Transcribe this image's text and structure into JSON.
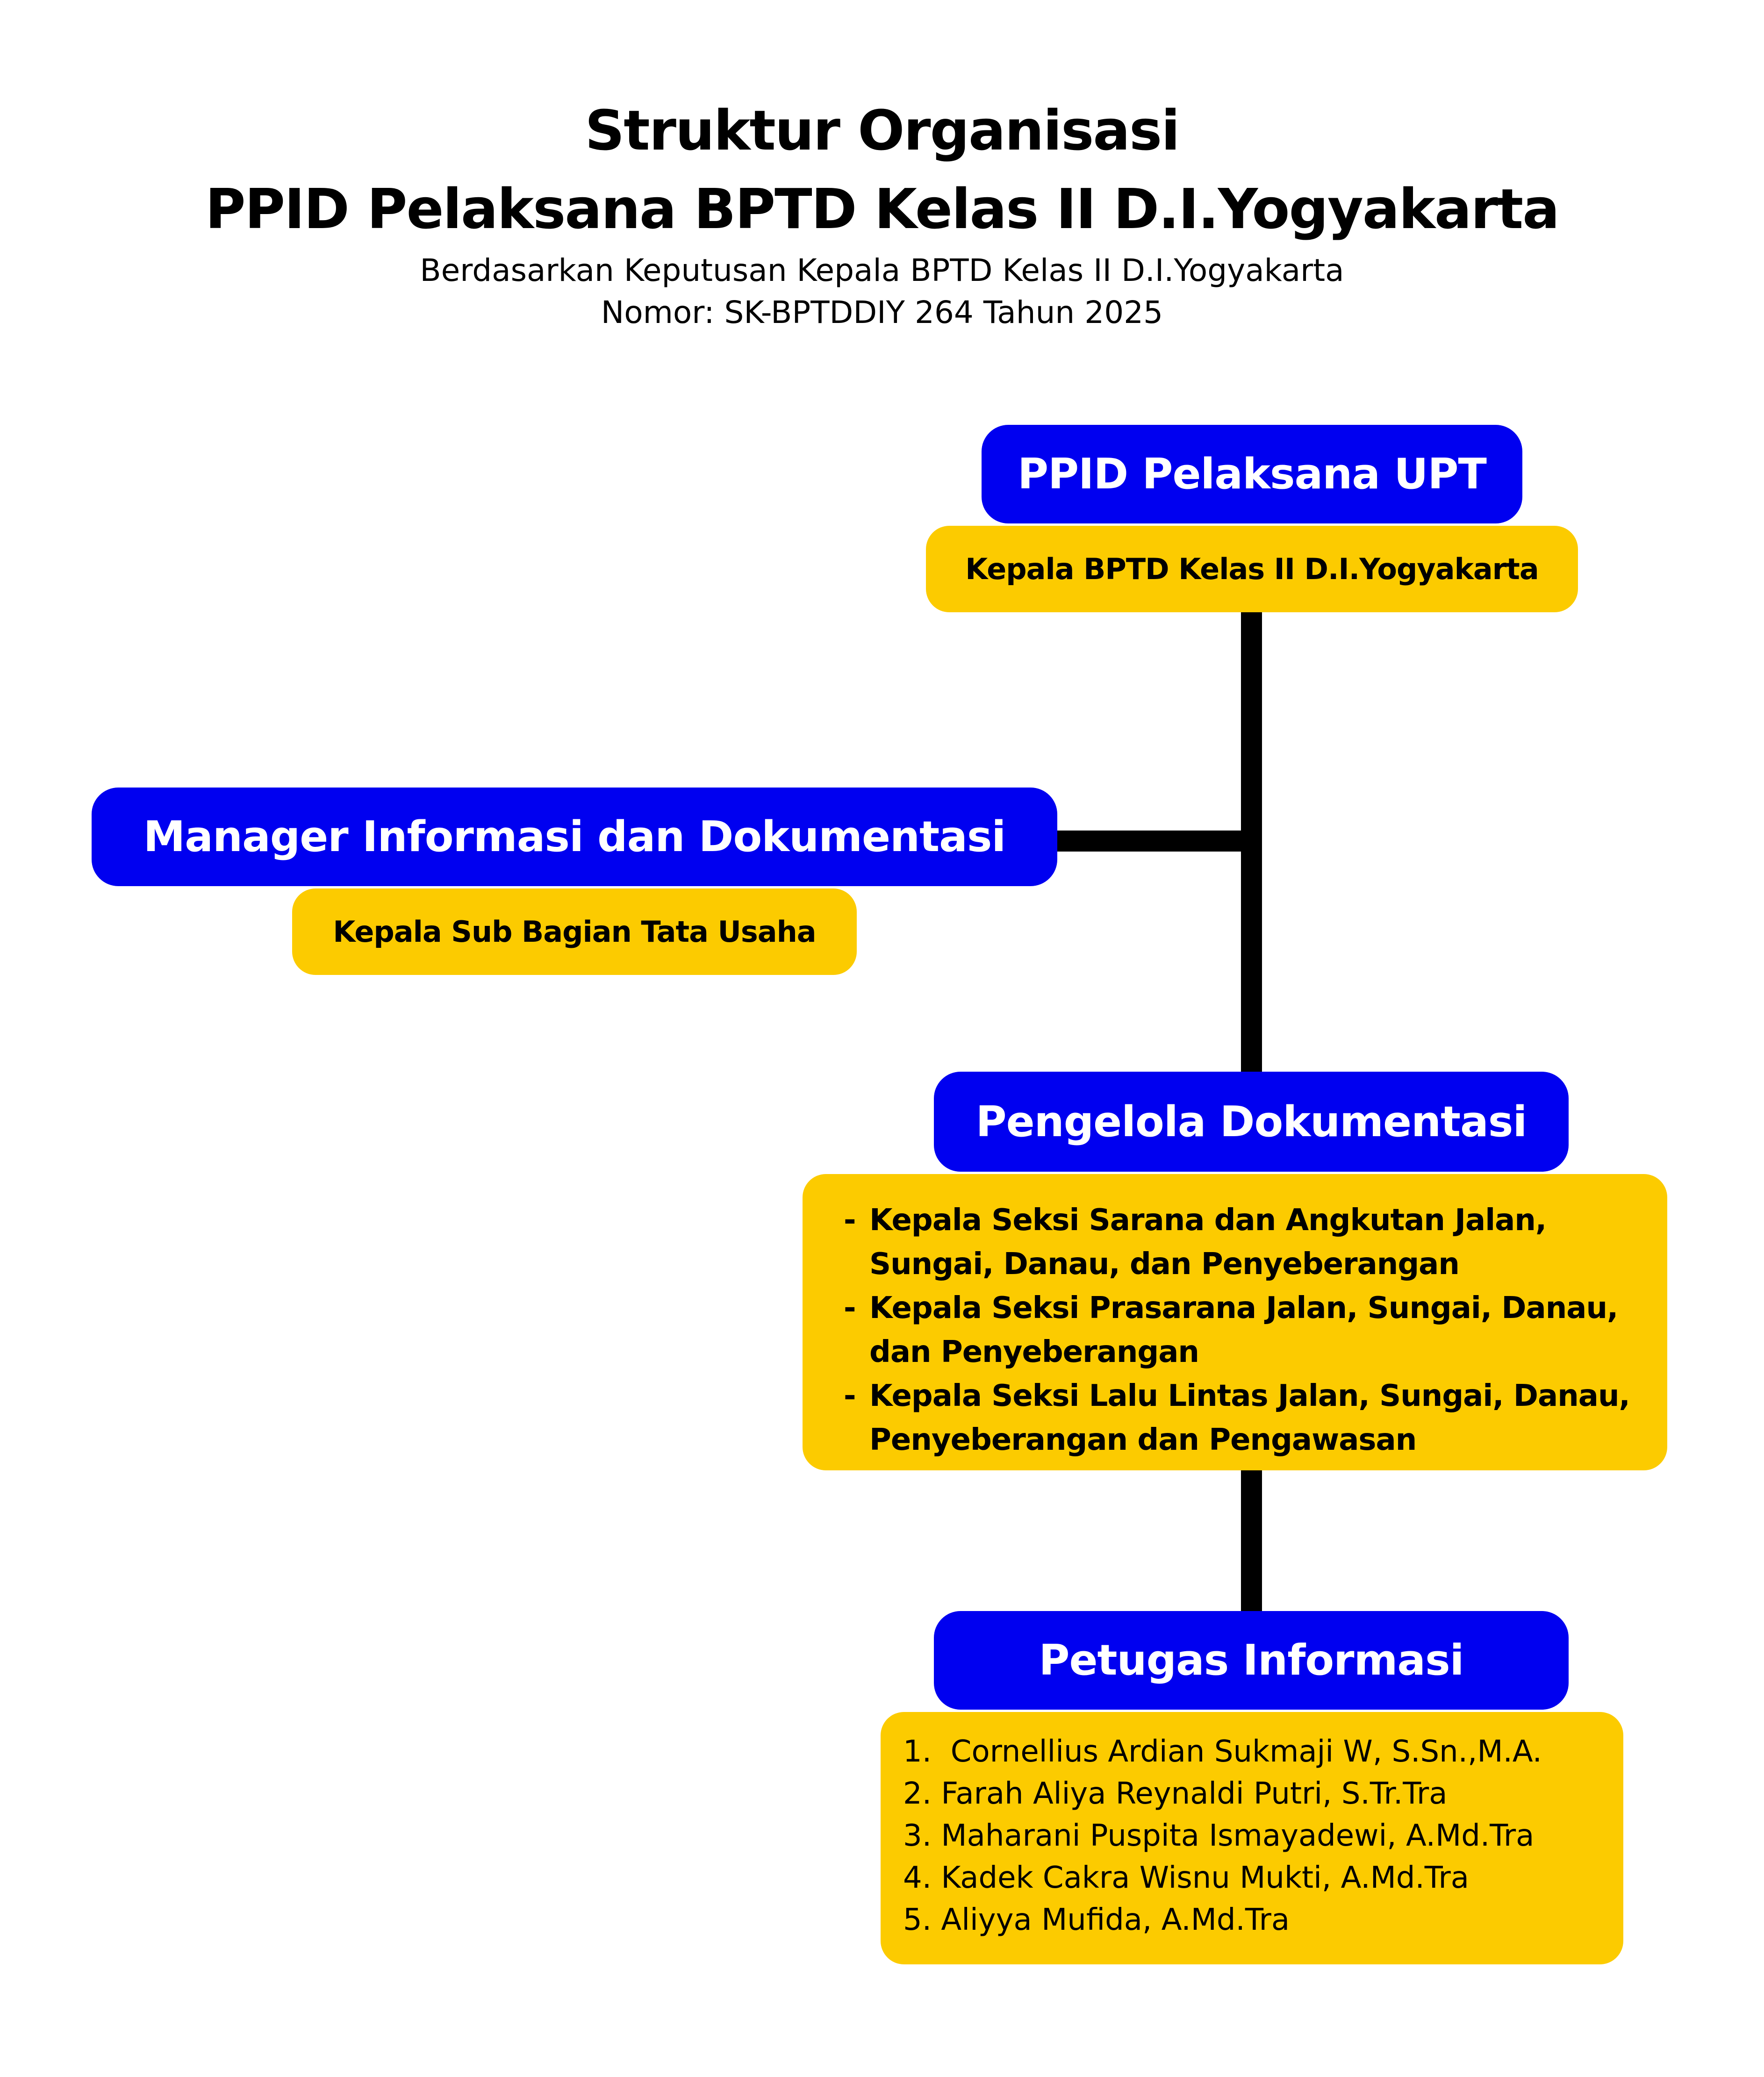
{
  "header": {
    "title_line1": "Struktur Organisasi",
    "title_line2": "PPID Pelaksana BPTD Kelas II D.I.Yogyakarta",
    "subtitle_line1": "Berdasarkan Keputusan Kepala BPTD Kelas II D.I.Yogyakarta",
    "subtitle_line2": "Nomor: SK-BPTDDIY 264 Tahun 2025"
  },
  "nodes": {
    "ppid": {
      "role": "PPID Pelaksana UPT",
      "holder": "Kepala BPTD Kelas II D.I.Yogyakarta"
    },
    "manager": {
      "role": "Manager Informasi dan Dokumentasi",
      "holder": "Kepala Sub Bagian Tata Usaha"
    },
    "pengelola": {
      "role": "Pengelola Dokumentasi",
      "bullet": "-",
      "holders": [
        "Kepala Seksi Sarana dan Angkutan Jalan, Sungai, Danau, dan Penyeberangan",
        "Kepala Seksi Prasarana Jalan, Sungai, Danau, dan Penyeberangan",
        "Kepala Seksi Lalu Lintas Jalan, Sungai, Danau, Penyeberangan dan Pengawasan"
      ]
    },
    "petugas": {
      "role": "Petugas Informasi",
      "holders": [
        "1.  Cornellius Ardian Sukmaji W, S.Sn.,M.A.",
        "2. Farah Aliya Reynaldi Putri, S.Tr.Tra",
        "3. Maharani Puspita Ismayadewi, A.Md.Tra",
        "4. Kadek Cakra Wisnu Mukti, A.Md.Tra",
        "5. Aliyya Mufida, A.Md.Tra"
      ]
    }
  },
  "colors": {
    "role_box": "#0000f0",
    "holder_box": "#fccb00",
    "connector": "#000000"
  }
}
